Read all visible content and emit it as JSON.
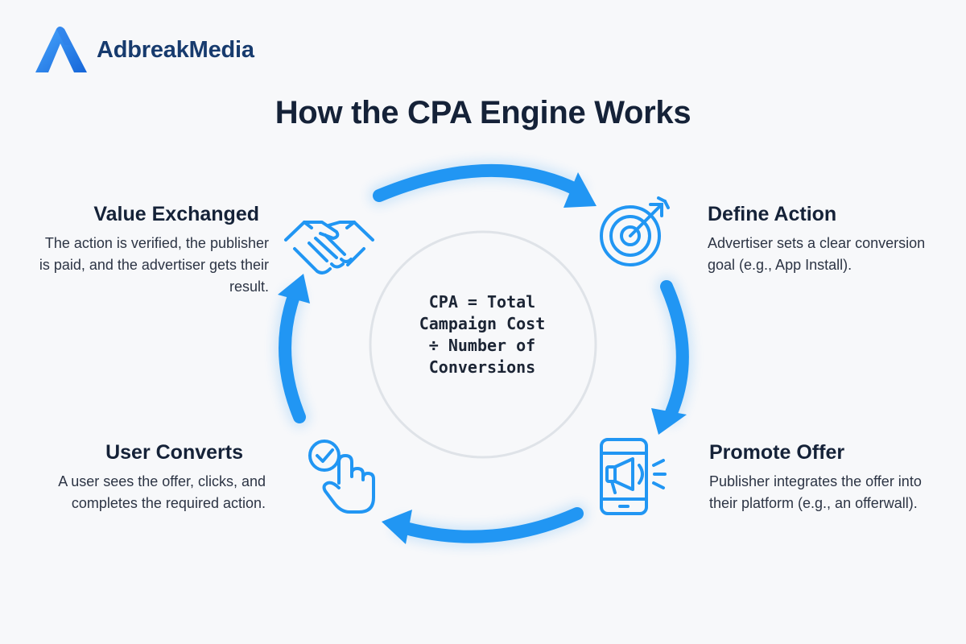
{
  "brand": {
    "name": "AdbreakMedia"
  },
  "title": "How the CPA Engine Works",
  "formula": "CPA = Total\nCampaign Cost\n÷ Number of\nConversions",
  "steps": {
    "define_action": {
      "title": "Define Action",
      "description": "Advertiser sets a clear conversion goal (e.g., App Install).",
      "icon": "target-icon"
    },
    "promote_offer": {
      "title": "Promote Offer",
      "description": "Publisher integrates the offer into their platform (e.g., an offerwall).",
      "icon": "phone-megaphone-icon"
    },
    "user_converts": {
      "title": "User Converts",
      "description": "A user sees the offer, clicks, and completes the required action.",
      "icon": "tap-check-icon"
    },
    "value_exchanged": {
      "title": "Value Exchanged",
      "description": "The action is verified, the publisher is paid, and the advertiser gets their result.",
      "icon": "handshake-icon"
    }
  },
  "colors": {
    "accent": "#2196f3",
    "brand_dark": "#173b6e",
    "text": "#152238",
    "ring": "#dfe3e8",
    "background": "#f7f8fa"
  }
}
